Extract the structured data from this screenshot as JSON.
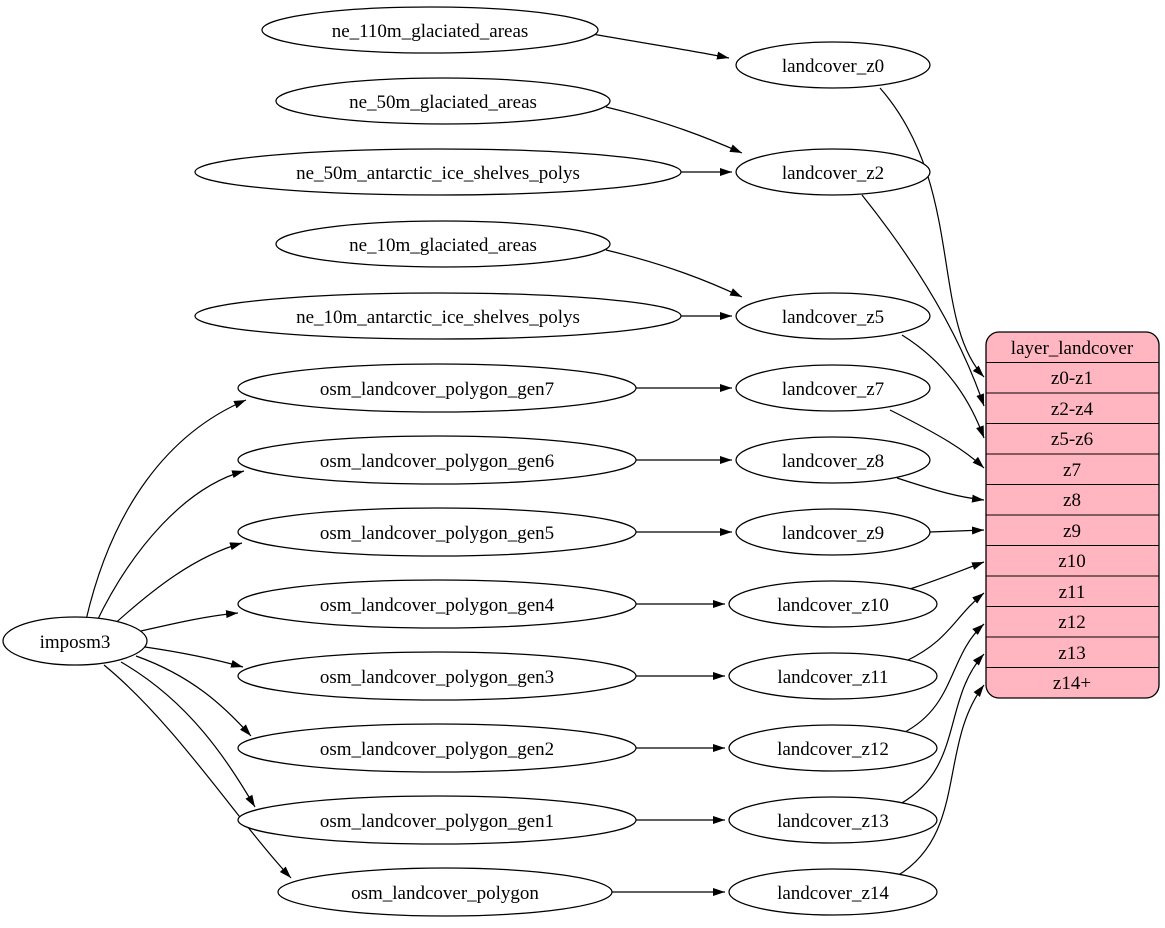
{
  "diagram": {
    "root": {
      "label": "imposm3"
    },
    "sources": [
      {
        "label": "ne_110m_glaciated_areas"
      },
      {
        "label": "ne_50m_glaciated_areas"
      },
      {
        "label": "ne_50m_antarctic_ice_shelves_polys"
      },
      {
        "label": "ne_10m_glaciated_areas"
      },
      {
        "label": "ne_10m_antarctic_ice_shelves_polys"
      },
      {
        "label": "osm_landcover_polygon_gen7"
      },
      {
        "label": "osm_landcover_polygon_gen6"
      },
      {
        "label": "osm_landcover_polygon_gen5"
      },
      {
        "label": "osm_landcover_polygon_gen4"
      },
      {
        "label": "osm_landcover_polygon_gen3"
      },
      {
        "label": "osm_landcover_polygon_gen2"
      },
      {
        "label": "osm_landcover_polygon_gen1"
      },
      {
        "label": "osm_landcover_polygon"
      }
    ],
    "generalized": [
      {
        "label": "landcover_z0"
      },
      {
        "label": "landcover_z2"
      },
      {
        "label": "landcover_z5"
      },
      {
        "label": "landcover_z7"
      },
      {
        "label": "landcover_z8"
      },
      {
        "label": "landcover_z9"
      },
      {
        "label": "landcover_z10"
      },
      {
        "label": "landcover_z11"
      },
      {
        "label": "landcover_z12"
      },
      {
        "label": "landcover_z13"
      },
      {
        "label": "landcover_z14"
      }
    ],
    "layer": {
      "title": "layer_landcover",
      "fill": "#ffb6c1",
      "rows": [
        "z0-z1",
        "z2-z4",
        "z5-z6",
        "z7",
        "z8",
        "z9",
        "z10",
        "z11",
        "z12",
        "z13",
        "z14+"
      ]
    },
    "colors": {
      "node_fill": "#ffffff",
      "stroke": "#000000",
      "layer_fill": "#ffb6c1"
    },
    "edges": [
      [
        "imposm3",
        "osm_landcover_polygon_gen7"
      ],
      [
        "imposm3",
        "osm_landcover_polygon_gen6"
      ],
      [
        "imposm3",
        "osm_landcover_polygon_gen5"
      ],
      [
        "imposm3",
        "osm_landcover_polygon_gen4"
      ],
      [
        "imposm3",
        "osm_landcover_polygon_gen3"
      ],
      [
        "imposm3",
        "osm_landcover_polygon_gen2"
      ],
      [
        "imposm3",
        "osm_landcover_polygon_gen1"
      ],
      [
        "imposm3",
        "osm_landcover_polygon"
      ],
      [
        "ne_110m_glaciated_areas",
        "landcover_z0"
      ],
      [
        "ne_50m_glaciated_areas",
        "landcover_z2"
      ],
      [
        "ne_50m_antarctic_ice_shelves_polys",
        "landcover_z2"
      ],
      [
        "ne_10m_glaciated_areas",
        "landcover_z5"
      ],
      [
        "ne_10m_antarctic_ice_shelves_polys",
        "landcover_z5"
      ],
      [
        "osm_landcover_polygon_gen7",
        "landcover_z7"
      ],
      [
        "osm_landcover_polygon_gen6",
        "landcover_z8"
      ],
      [
        "osm_landcover_polygon_gen5",
        "landcover_z9"
      ],
      [
        "osm_landcover_polygon_gen4",
        "landcover_z10"
      ],
      [
        "osm_landcover_polygon_gen3",
        "landcover_z11"
      ],
      [
        "osm_landcover_polygon_gen2",
        "landcover_z12"
      ],
      [
        "osm_landcover_polygon_gen1",
        "landcover_z13"
      ],
      [
        "osm_landcover_polygon",
        "landcover_z14"
      ],
      [
        "landcover_z0",
        "layer_landcover:z0-z1"
      ],
      [
        "landcover_z2",
        "layer_landcover:z2-z4"
      ],
      [
        "landcover_z5",
        "layer_landcover:z5-z6"
      ],
      [
        "landcover_z7",
        "layer_landcover:z7"
      ],
      [
        "landcover_z8",
        "layer_landcover:z8"
      ],
      [
        "landcover_z9",
        "layer_landcover:z9"
      ],
      [
        "landcover_z10",
        "layer_landcover:z10"
      ],
      [
        "landcover_z11",
        "layer_landcover:z11"
      ],
      [
        "landcover_z12",
        "layer_landcover:z12"
      ],
      [
        "landcover_z13",
        "layer_landcover:z13"
      ],
      [
        "landcover_z14",
        "layer_landcover:z14+"
      ]
    ]
  }
}
